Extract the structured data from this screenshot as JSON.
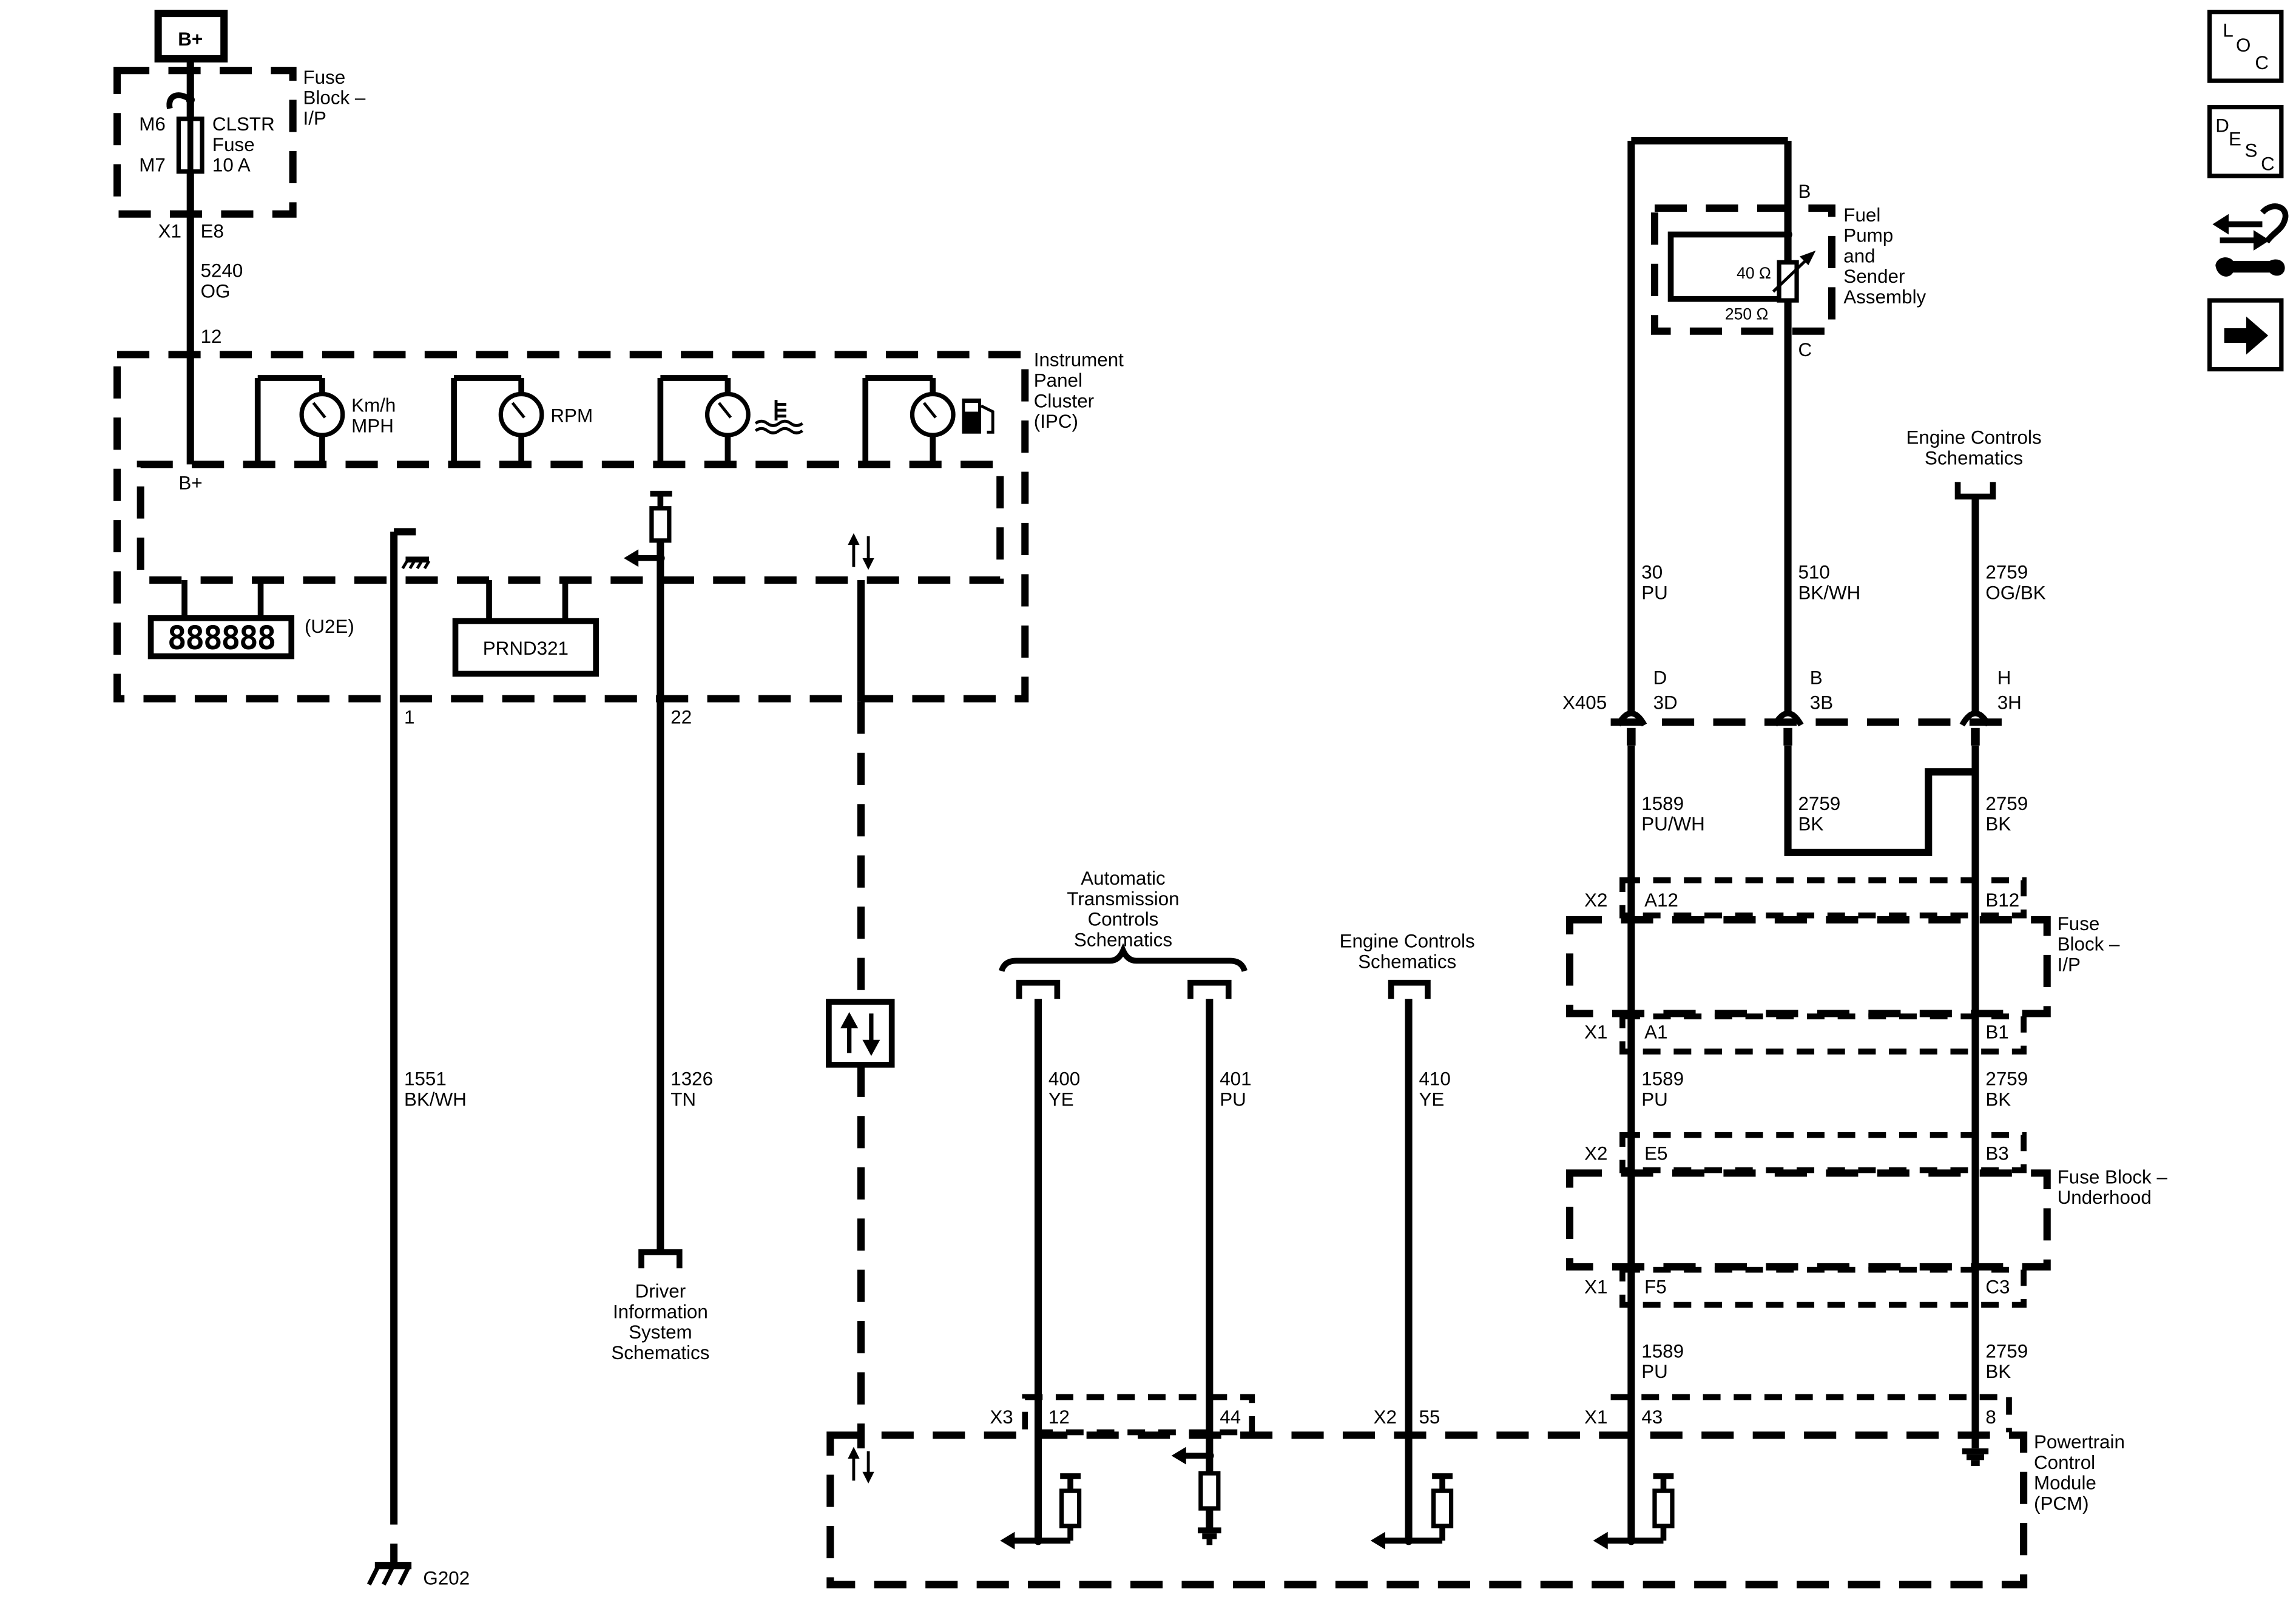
{
  "power": {
    "bplus_label": "B+"
  },
  "fuse_block_ip_top": {
    "title": [
      "Fuse",
      "Block –",
      "I/P"
    ],
    "terminal_in": "M6",
    "terminal_out": "M7",
    "fuse_name": [
      "CLSTR",
      "Fuse",
      "10 A"
    ],
    "connector": "X1",
    "pin": "E8"
  },
  "wires": {
    "w5240": {
      "circuit": "5240",
      "color": "OG"
    },
    "w1551": {
      "circuit": "1551",
      "color": "BK/WH"
    },
    "w1326": {
      "circuit": "1326",
      "color": "TN"
    },
    "w30": {
      "circuit": "30",
      "color": "PU"
    },
    "w510": {
      "circuit": "510",
      "color": "BK/WH"
    },
    "w2759_top": {
      "circuit": "2759",
      "color": "OG/BK"
    },
    "w1589_a": {
      "circuit": "1589",
      "color": "PU/WH"
    },
    "w2759_a": {
      "circuit": "2759",
      "color": "BK"
    },
    "w2759_b": {
      "circuit": "2759",
      "color": "BK"
    },
    "w1589_b": {
      "circuit": "1589",
      "color": "PU"
    },
    "w2759_c": {
      "circuit": "2759",
      "color": "BK"
    },
    "w1589_c": {
      "circuit": "1589",
      "color": "PU"
    },
    "w2759_d": {
      "circuit": "2759",
      "color": "BK"
    },
    "w400": {
      "circuit": "400",
      "color": "YE"
    },
    "w401": {
      "circuit": "401",
      "color": "PU"
    },
    "w410": {
      "circuit": "410",
      "color": "YE"
    }
  },
  "ipc": {
    "title": [
      "Instrument",
      "Panel",
      "Cluster",
      "(IPC)"
    ],
    "pin_bplus": "12",
    "bplus_label": "B+",
    "speed_gauge": [
      "Km/h",
      "MPH"
    ],
    "rpm_gauge": "RPM",
    "display_code": "(U2E)",
    "display_digits": "888888",
    "prnd_label": "PRND321",
    "pin_ground": "1",
    "pin_dis": "22"
  },
  "fuel_pump": {
    "title": [
      "Fuel",
      "Pump",
      "and",
      "Sender",
      "Assembly"
    ],
    "pin_top": "B",
    "pin_bottom": "C",
    "r_full": "40 Ω",
    "r_empty": "250 Ω"
  },
  "engine_controls_top": [
    "Engine Controls",
    "Schematics"
  ],
  "x405": {
    "name": "X405",
    "pins": [
      {
        "letter": "D",
        "code": "3D"
      },
      {
        "letter": "B",
        "code": "3B"
      },
      {
        "letter": "H",
        "code": "3H"
      }
    ]
  },
  "fuse_block_ip": {
    "title": [
      "Fuse",
      "Block –",
      "I/P"
    ],
    "x2": "X2",
    "x2_left": "A12",
    "x2_right": "B12",
    "x1": "X1",
    "x1_left": "A1",
    "x1_right": "B1"
  },
  "fuse_block_underhood": {
    "title": [
      "Fuse Block –",
      "Underhood"
    ],
    "x2": "X2",
    "x2_left": "E5",
    "x2_right": "B3",
    "x1": "X1",
    "x1_left": "F5",
    "x1_right": "C3"
  },
  "dis_ref": [
    "Driver",
    "Information",
    "System",
    "Schematics"
  ],
  "atc_ref": [
    "Automatic",
    "Transmission",
    "Controls",
    "Schematics"
  ],
  "engine_controls_mid": [
    "Engine Controls",
    "Schematics"
  ],
  "pcm": {
    "title": [
      "Powertrain",
      "Control",
      "Module",
      "(PCM)"
    ],
    "x3": "X3",
    "x3_pin_a": "12",
    "x3_pin_b": "44",
    "x2": "X2",
    "x2_pin": "55",
    "x1": "X1",
    "x1_pin_a": "43",
    "x1_pin_b": "8"
  },
  "ground": {
    "label": "G202"
  },
  "nav_icons": {
    "loc": {
      "l": "L",
      "o": "O",
      "c": "C"
    },
    "desc": {
      "d": "D",
      "e": "E",
      "s": "S",
      "c": "C"
    }
  }
}
